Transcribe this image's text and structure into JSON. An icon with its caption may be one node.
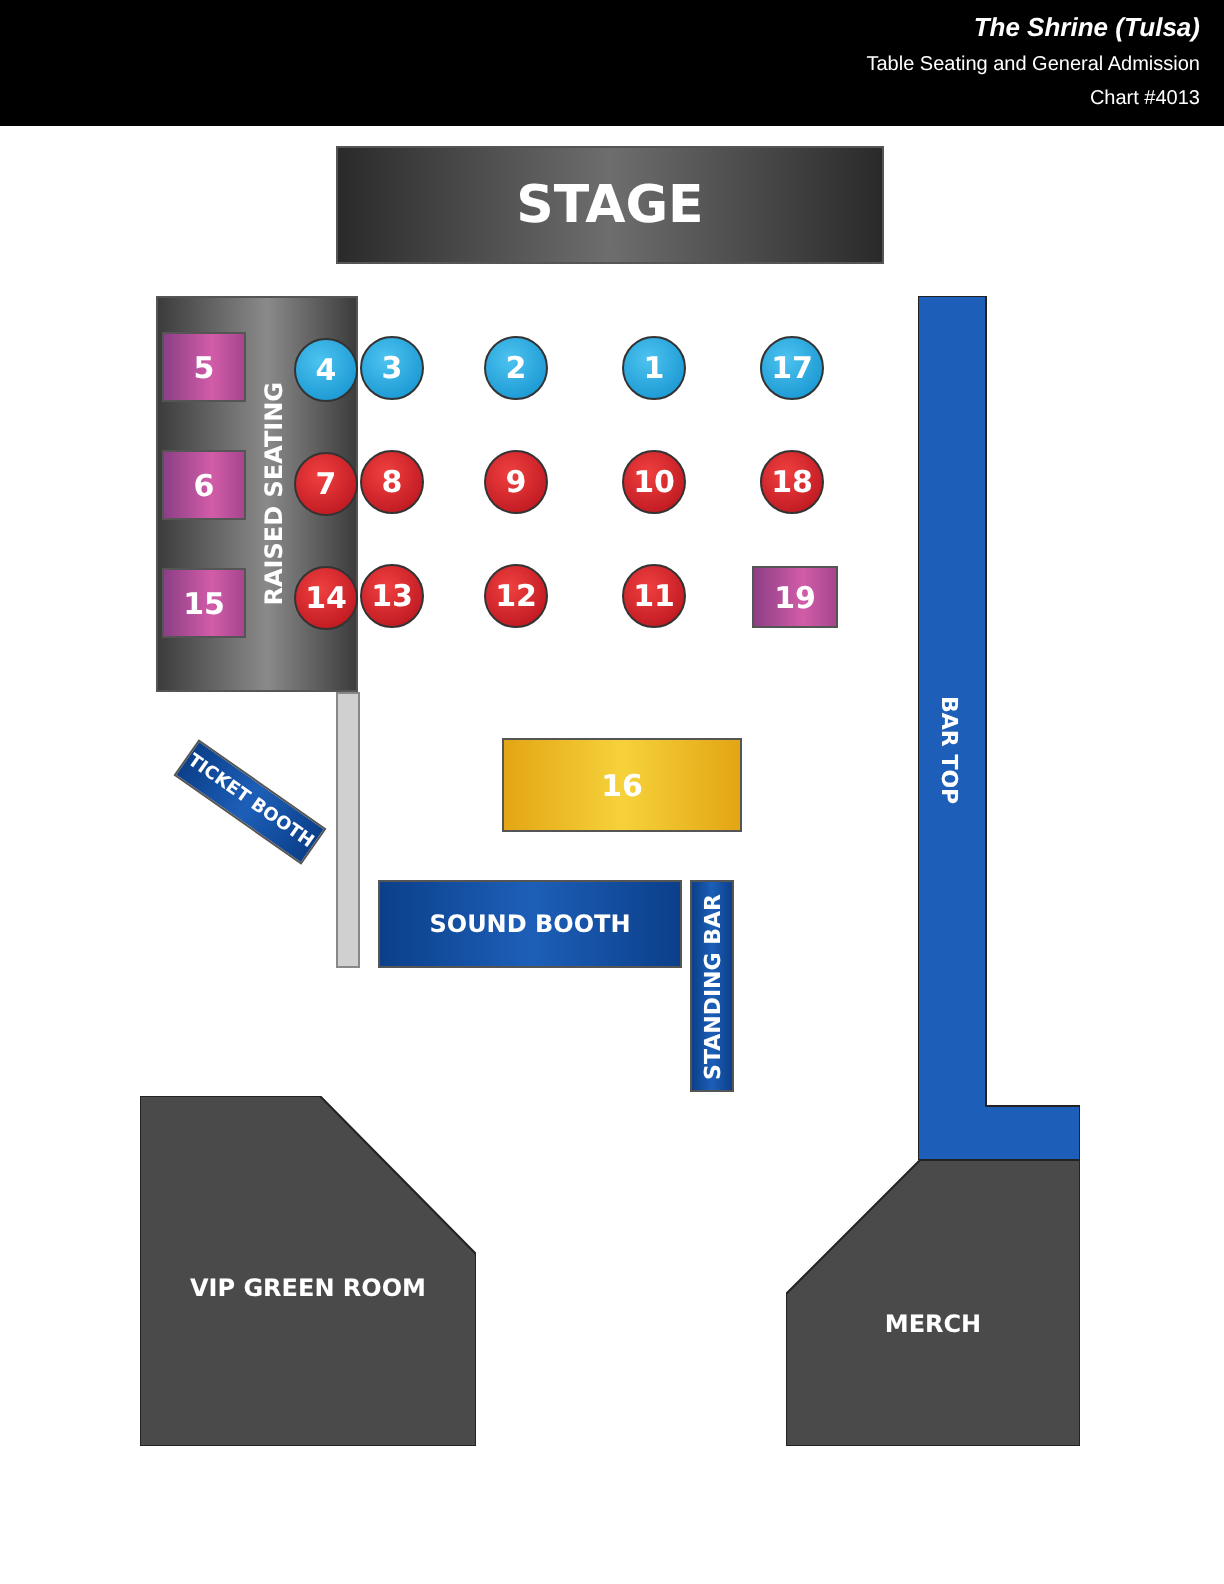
{
  "diagram": {
    "title": "The Shrine (Tulsa)",
    "nodes": [
      {
        "text": [
          "STAGE"
        ]
      },
      {
        "text": [
          "RAISED SEATING"
        ]
      },
      {
        "text": [
          "5"
        ],
        "in": 1
      },
      {
        "text": [
          "4"
        ],
        "in": 1
      },
      {
        "text": [
          "3"
        ]
      },
      {
        "text": [
          "2"
        ]
      },
      {
        "text": [
          "1"
        ]
      },
      {
        "text": [
          "17"
        ]
      },
      {
        "text": [
          "6"
        ],
        "in": 1
      },
      {
        "text": [
          "7"
        ],
        "in": 1
      },
      {
        "text": [
          "8"
        ]
      },
      {
        "text": [
          "9"
        ]
      },
      {
        "text": [
          "10"
        ]
      },
      {
        "text": [
          "18"
        ]
      },
      {
        "text": [
          "15"
        ],
        "in": 1
      },
      {
        "text": [
          "14"
        ],
        "in": 1
      },
      {
        "text": [
          "13"
        ]
      },
      {
        "text": [
          "12"
        ]
      },
      {
        "text": [
          "11"
        ]
      },
      {
        "text": [
          "19"
        ]
      },
      {
        "text": [
          "BAR TOP"
        ]
      },
      {
        "text": [
          "TICKET BOOTH"
        ]
      },
      {
        "text": [
          "16"
        ]
      },
      {
        "text": [
          "SOUND BOOTH"
        ]
      },
      {
        "text": [
          "STANDING BAR"
        ]
      },
      {
        "text": [
          "VIP GREEN ROOM"
        ]
      },
      {
        "text": [
          "MERCH"
        ]
      }
    ],
    "edges": [],
    "labels": [
      "Table Seating and General Admission",
      "Chart #4013"
    ]
  }
}
